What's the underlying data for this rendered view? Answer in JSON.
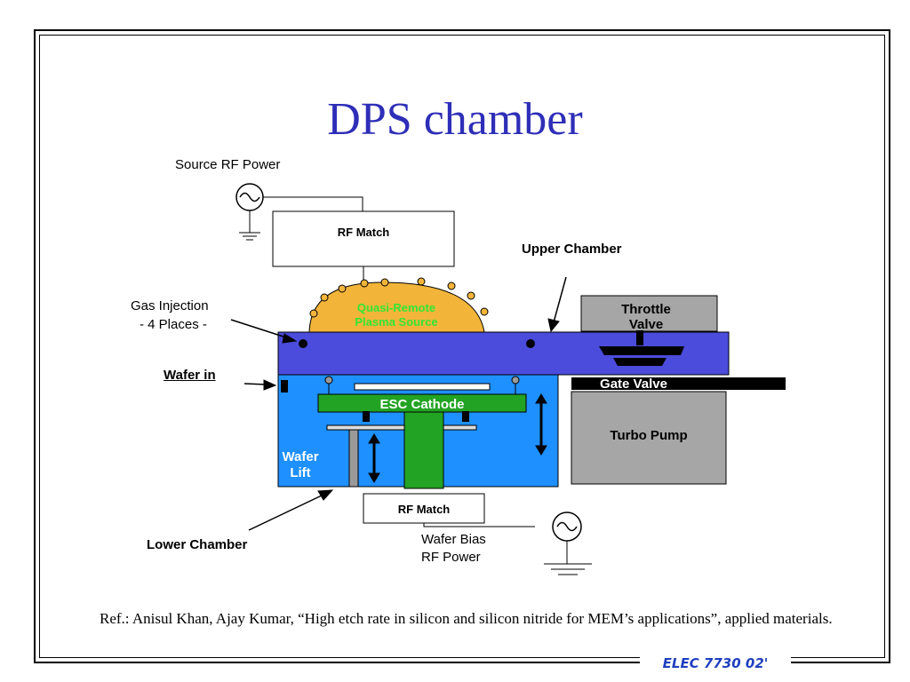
{
  "slide": {
    "title": "DPS chamber",
    "reference": "Ref.: Anisul Khan, Ajay Kumar, “High etch rate in silicon and silicon nitride for MEM’s applications”, applied materials.",
    "footer": "ELEC 7730 02'"
  },
  "diagram": {
    "source_rf_power": "Source RF Power",
    "rf_match_top": "RF Match",
    "upper_chamber": "Upper Chamber",
    "gas_injection_1": "Gas Injection",
    "gas_injection_2": "- 4 Places -",
    "plasma_source_1": "Quasi-Remote",
    "plasma_source_2": "Plasma Source",
    "throttle_valve_1": "Throttle",
    "throttle_valve_2": "Valve",
    "wafer_in": "Wafer in",
    "gate_valve": "Gate Valve",
    "esc_cathode": "ESC Cathode",
    "turbo_pump": "Turbo Pump",
    "wafer_lift_1": "Wafer",
    "wafer_lift_2": "Lift",
    "rf_match_bottom": "RF Match",
    "lower_chamber": "Lower Chamber",
    "wafer_bias_1": "Wafer Bias",
    "wafer_bias_2": "RF Power",
    "colors": {
      "title": "#2e2eb8",
      "upper_chamber": "#4b4bdc",
      "lower_chamber": "#1e90ff",
      "plasma_dome": "#f2b53a",
      "plasma_text": "#33e633",
      "esc_cathode": "#23a323",
      "pump_gray": "#a6a6a6",
      "footer": "#1f3fbf"
    }
  }
}
